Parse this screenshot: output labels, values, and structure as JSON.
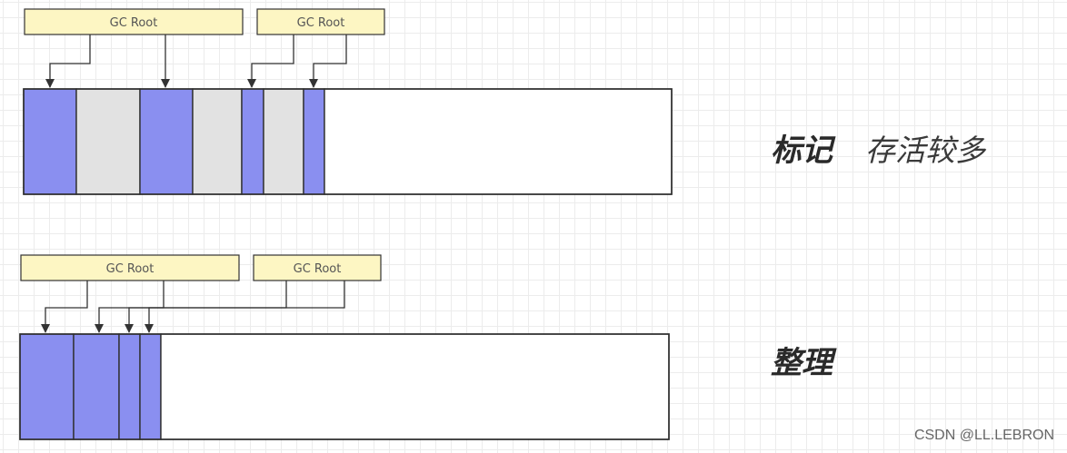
{
  "colors": {
    "live": "#8a8ff0",
    "dead": "#e2e2e2",
    "free": "#ffffff",
    "root_box": "#fdf6c3",
    "border": "#2f2f2f",
    "arrow": "#333333"
  },
  "mark_phase": {
    "title": "标记",
    "subtitle": "存活较多",
    "roots": [
      {
        "label": "GC Root"
      },
      {
        "label": "GC Root"
      }
    ],
    "memory_blocks": [
      "live",
      "dead",
      "live",
      "dead",
      "live",
      "dead",
      "live",
      "free"
    ]
  },
  "compact_phase": {
    "title": "整理",
    "roots": [
      {
        "label": "GC Root"
      },
      {
        "label": "GC Root"
      }
    ],
    "memory_blocks": [
      "live",
      "live",
      "live",
      "live",
      "free"
    ]
  },
  "watermark": "CSDN @LL.LEBRON"
}
